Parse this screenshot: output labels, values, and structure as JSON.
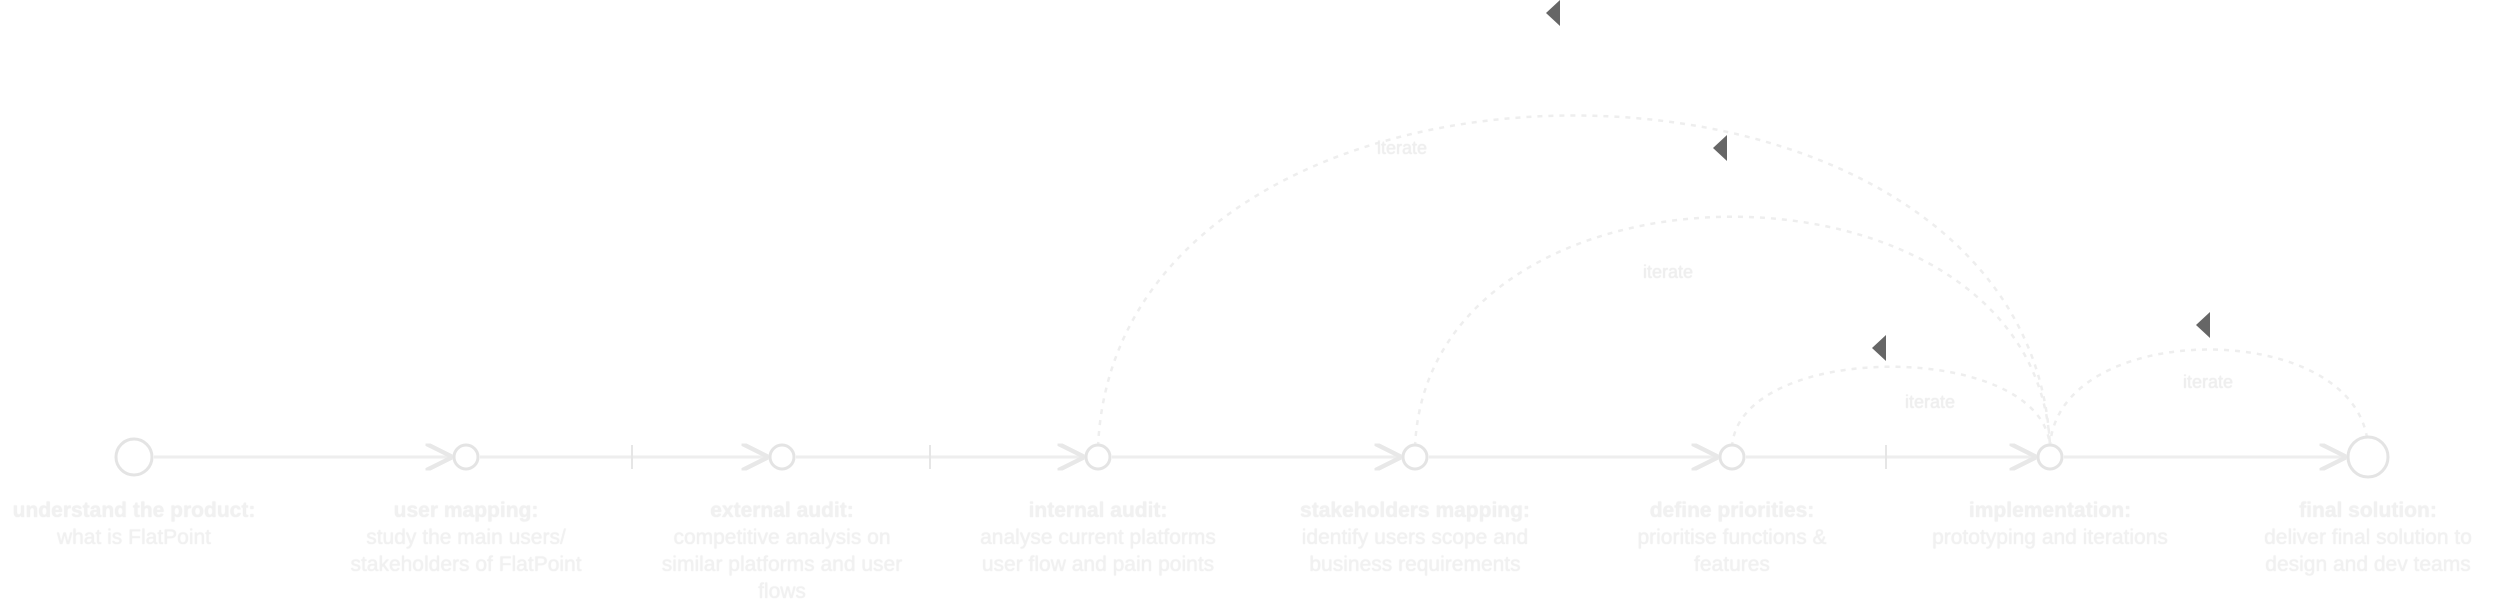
{
  "colors": {
    "line": "#eeeeee",
    "node_stroke": "#e4e4e4",
    "dashed": "#eeeeee",
    "arrowhead": "#666666",
    "text": "#f1f1f1"
  },
  "steps": [
    {
      "title": "understand the product:",
      "desc": "what is FlatPoint"
    },
    {
      "title": "user mapping:",
      "desc": "study the main users/\nstakeholders of FlatPoint"
    },
    {
      "title": "external audit:",
      "desc": "competitive analysis on\nsimilar platforms and user\nflows"
    },
    {
      "title": "internal audit:",
      "desc": "analyse current platforms\nuser flow and pain points"
    },
    {
      "title": "stakeholders mapping:",
      "desc": "identify users scope and\nbusiness requirements"
    },
    {
      "title": "define priorities:",
      "desc": "prioritise functions &\nfeatures"
    },
    {
      "title": "implementation:",
      "desc": "prototyping and iterations"
    },
    {
      "title": "final solution:",
      "desc": "deliver final solution to\ndesign and dev teams"
    }
  ],
  "loops": [
    {
      "label": "iterate"
    },
    {
      "label": "iterate"
    },
    {
      "label": "iterate"
    },
    {
      "label": "iterate"
    }
  ]
}
